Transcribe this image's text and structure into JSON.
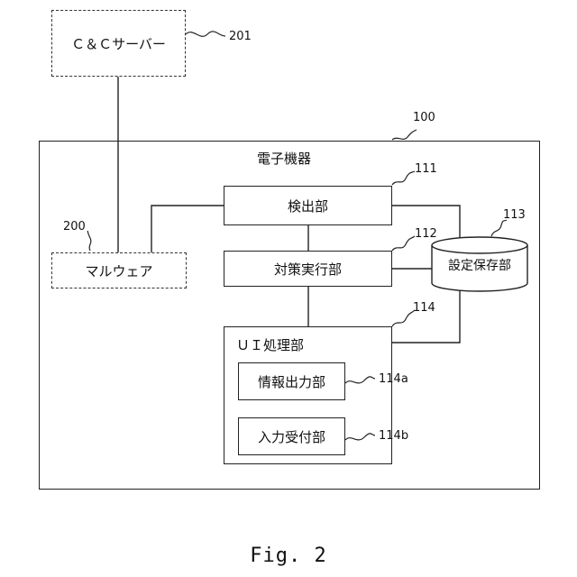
{
  "diagram": {
    "cc_server": {
      "label": "Ｃ＆Ｃサーバー",
      "ref": "201"
    },
    "device": {
      "label": "電子機器",
      "ref": "100"
    },
    "malware": {
      "label": "マルウェア",
      "ref": "200"
    },
    "detector": {
      "label": "検出部",
      "ref": "111"
    },
    "countermeasure": {
      "label": "対策実行部",
      "ref": "112"
    },
    "settings_store": {
      "label": "設定保存部",
      "ref": "113"
    },
    "ui_processor": {
      "label": "ＵＩ処理部",
      "ref": "114"
    },
    "info_output": {
      "label": "情報出力部",
      "ref": "114a"
    },
    "input_receiver": {
      "label": "入力受付部",
      "ref": "114b"
    }
  },
  "caption": "Fig. 2"
}
